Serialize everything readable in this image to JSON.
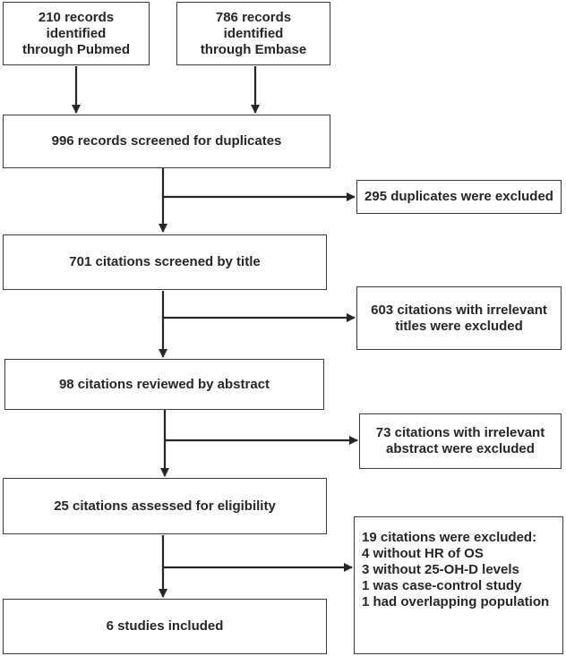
{
  "top_boxes": {
    "pubmed": [
      "210 records",
      "identified",
      "through Pubmed"
    ],
    "embase": [
      "786 records",
      "identified",
      "through Embase"
    ]
  },
  "main_steps": {
    "duplicates_screen": "996 records screened for duplicates",
    "title_screen": "701 citations screened by title",
    "abstract_review": "98 citations reviewed by abstract",
    "eligibility": "25 citations assessed for eligibility",
    "included": "6 studies included"
  },
  "exclusions": {
    "duplicates": [
      "295 duplicates were excluded"
    ],
    "titles": [
      "603 citations with irrelevant",
      "titles were excluded"
    ],
    "abstracts": [
      "73 citations with irrelevant",
      "abstract were excluded"
    ],
    "full_text": [
      "19 citations were excluded:",
      "4 without HR of OS",
      "3 without 25-OH-D levels",
      "1 was case-control study",
      "1 had overlapping population"
    ]
  },
  "colors": {
    "border": "#3a3a3a",
    "text": "#262626",
    "arrow": "#262626"
  }
}
